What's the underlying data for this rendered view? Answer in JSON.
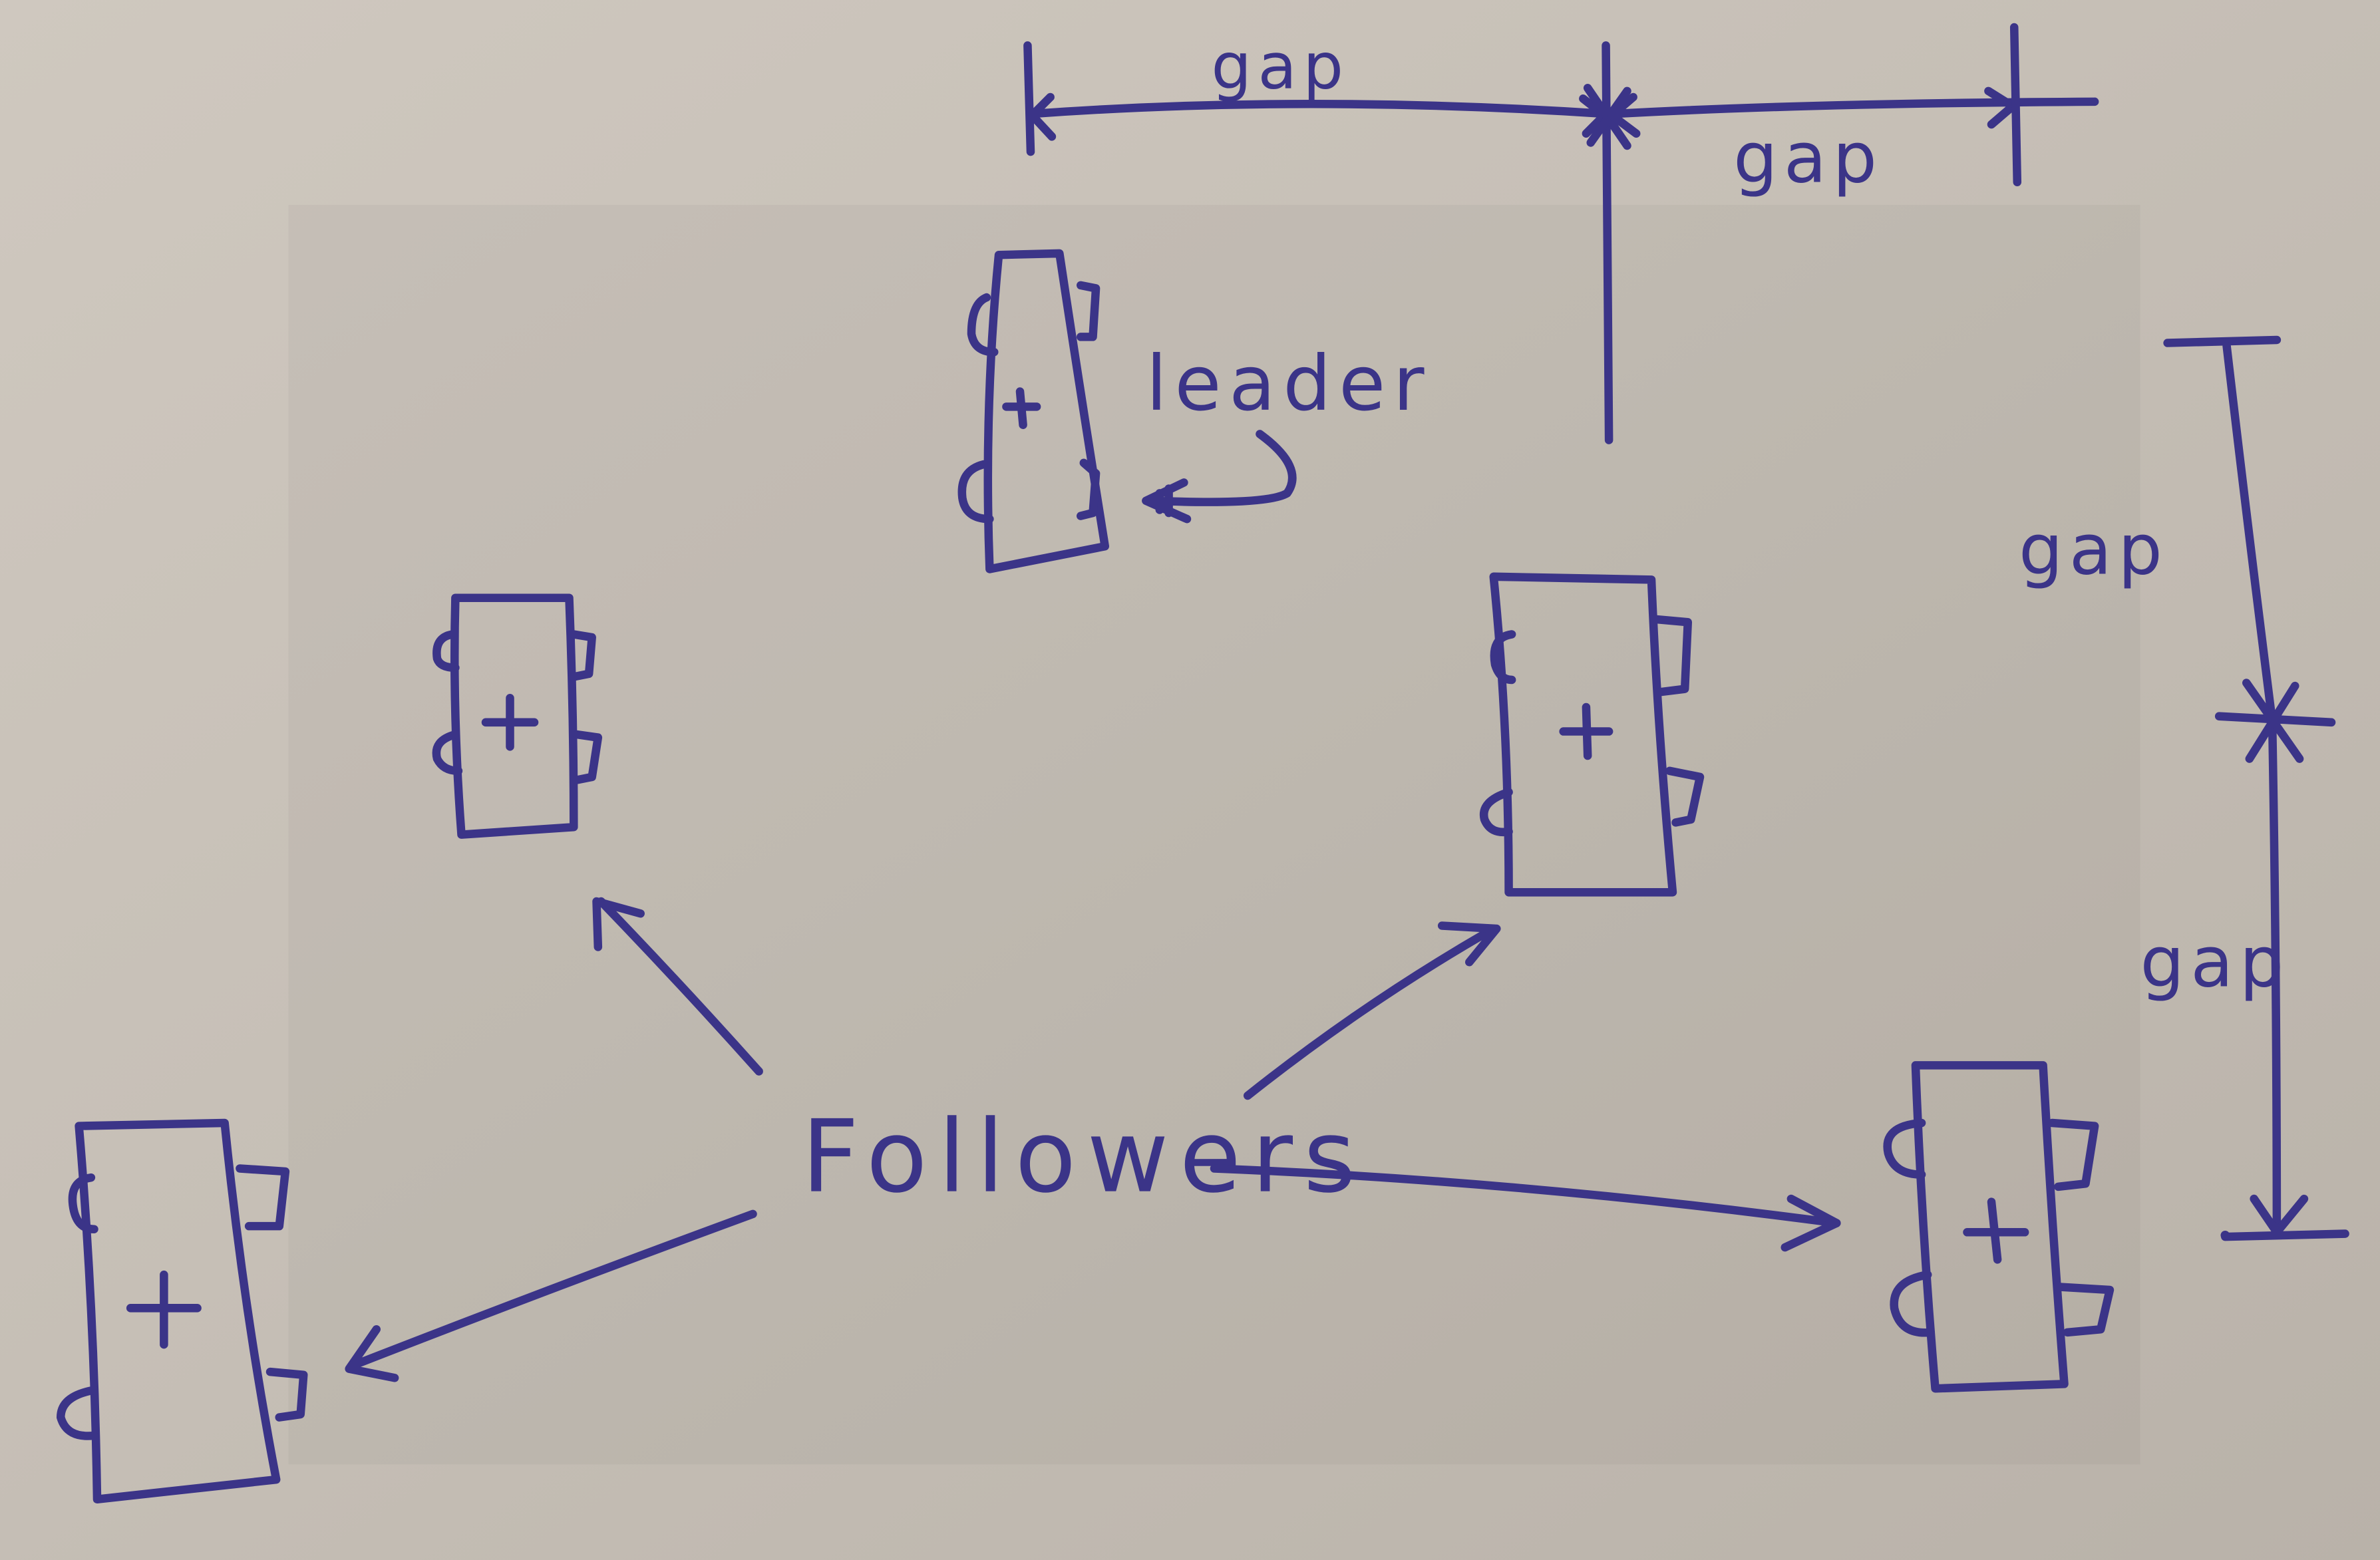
{
  "labels": {
    "leader": "leader",
    "followers": "Followers",
    "gap": "gap"
  },
  "colors": {
    "ink": "#3b3488",
    "paper": "#c8c1b7",
    "paper_shadow": "#bdb6ad"
  },
  "vehicles": [
    {
      "role": "leader"
    },
    {
      "role": "follower"
    },
    {
      "role": "follower"
    },
    {
      "role": "follower"
    },
    {
      "role": "follower"
    }
  ]
}
